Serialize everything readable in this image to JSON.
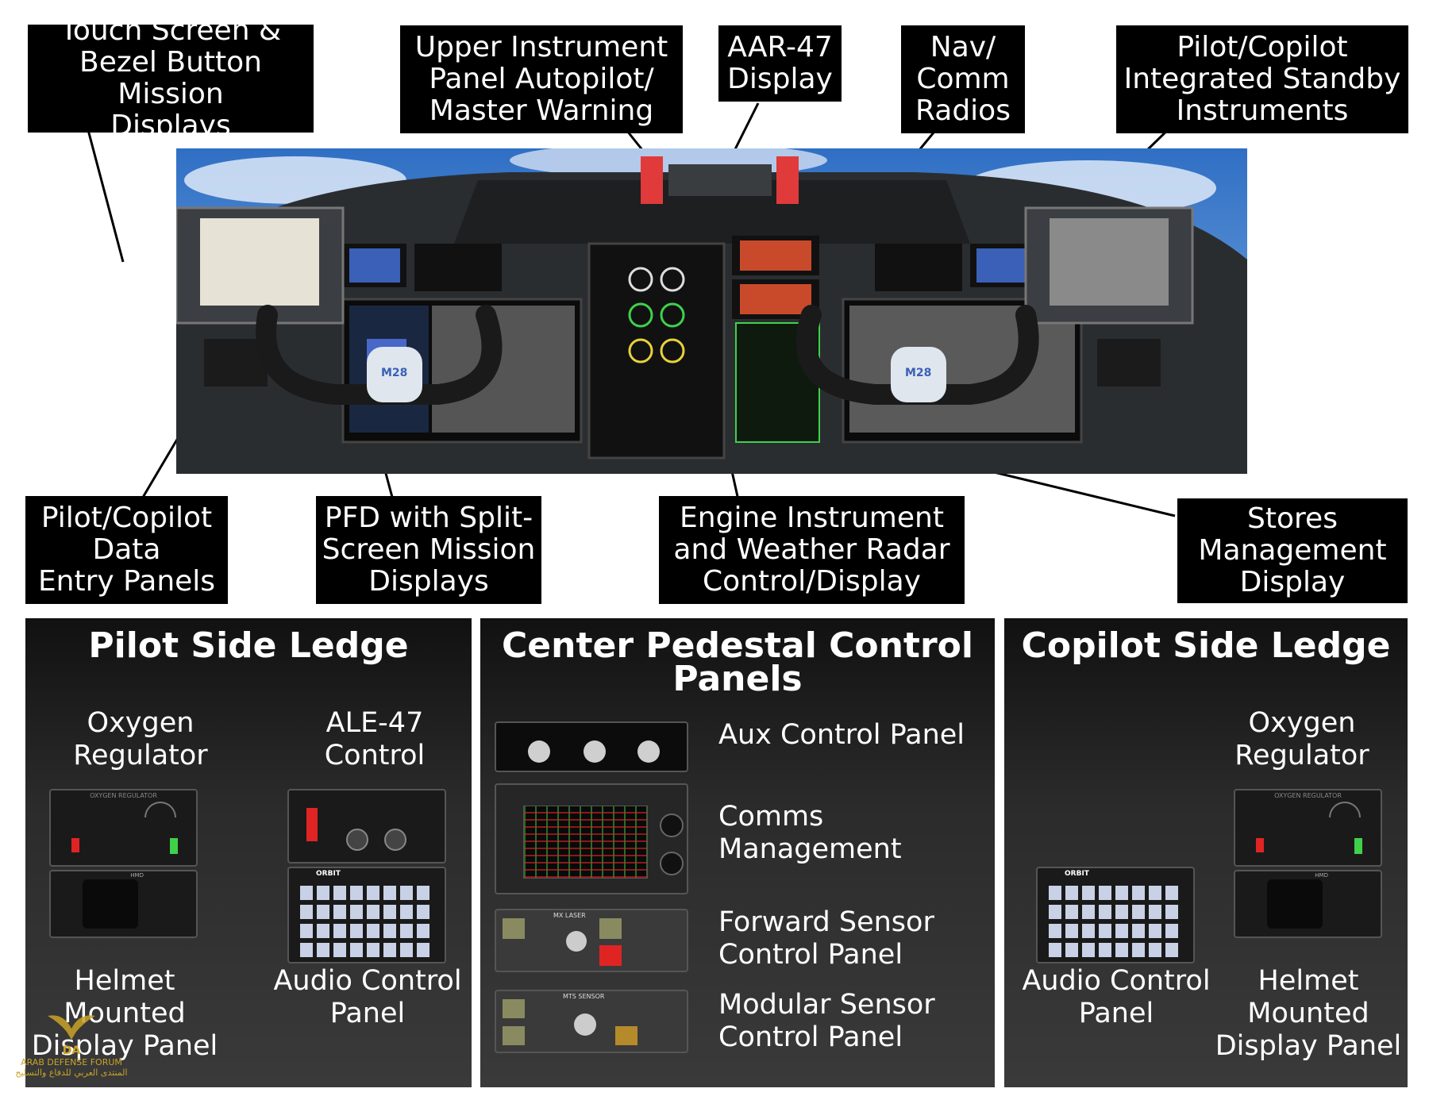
{
  "callouts": {
    "touch_screen": "Touch Screen &\nBezel Button Mission\nDisplays",
    "upper_panel": "Upper Instrument\nPanel Autopilot/\nMaster Warning",
    "aar47": "AAR-47\nDisplay",
    "nav_comm": "Nav/\nComm\nRadios",
    "standby": "Pilot/Copilot\nIntegrated Standby\nInstruments",
    "data_entry": "Pilot/Copilot\nData\nEntry Panels",
    "pfd": "PFD with Split-\nScreen Mission\nDisplays",
    "engine": "Engine Instrument\nand Weather Radar\nControl/Display",
    "stores": "Stores\nManagement\nDisplay"
  },
  "cockpit": {
    "yoke_left_label": "M28",
    "yoke_right_label": "M28"
  },
  "pilot_ledge": {
    "title": "Pilot Side Ledge",
    "oxygen": "Oxygen\nRegulator",
    "ale47": "ALE-47\nControl",
    "helmet": "Helmet\nMounted\nDisplay Panel",
    "audio": "Audio Control\nPanel",
    "oxygen_device_text": "OXYGEN REGULATOR",
    "hmd_text": "HMD",
    "audio_device_text": "ORBIT"
  },
  "center_pedestal": {
    "title": "Center Pedestal Control\nPanels",
    "aux": "Aux Control Panel",
    "comms": "Comms\nManagement",
    "forward_sensor": "Forward Sensor\nControl Panel",
    "modular_sensor": "Modular Sensor\nControl Panel",
    "mx_laser_text": "MX LASER",
    "mts_sensor_text": "MTS SENSOR"
  },
  "copilot_ledge": {
    "title": "Copilot Side Ledge",
    "oxygen": "Oxygen\nRegulator",
    "audio": "Audio Control\nPanel",
    "helmet": "Helmet\nMounted\nDisplay Panel",
    "oxygen_device_text": "OXYGEN REGULATOR",
    "hmd_text": "HMD",
    "audio_device_text": "ORBIT"
  },
  "watermark": {
    "logo_text": "DA",
    "line1": "ARAB DEFENSE FORUM",
    "line2": "المنتدى العربي للدفاع والتسليح"
  },
  "colors": {
    "callout_bg": "#000000",
    "sky": "#2f6fc4",
    "panel_dark": "#2b2b2b",
    "accent_green": "#3fd14a",
    "accent_red": "#e02424",
    "watermark_gold": "#c9a227"
  }
}
